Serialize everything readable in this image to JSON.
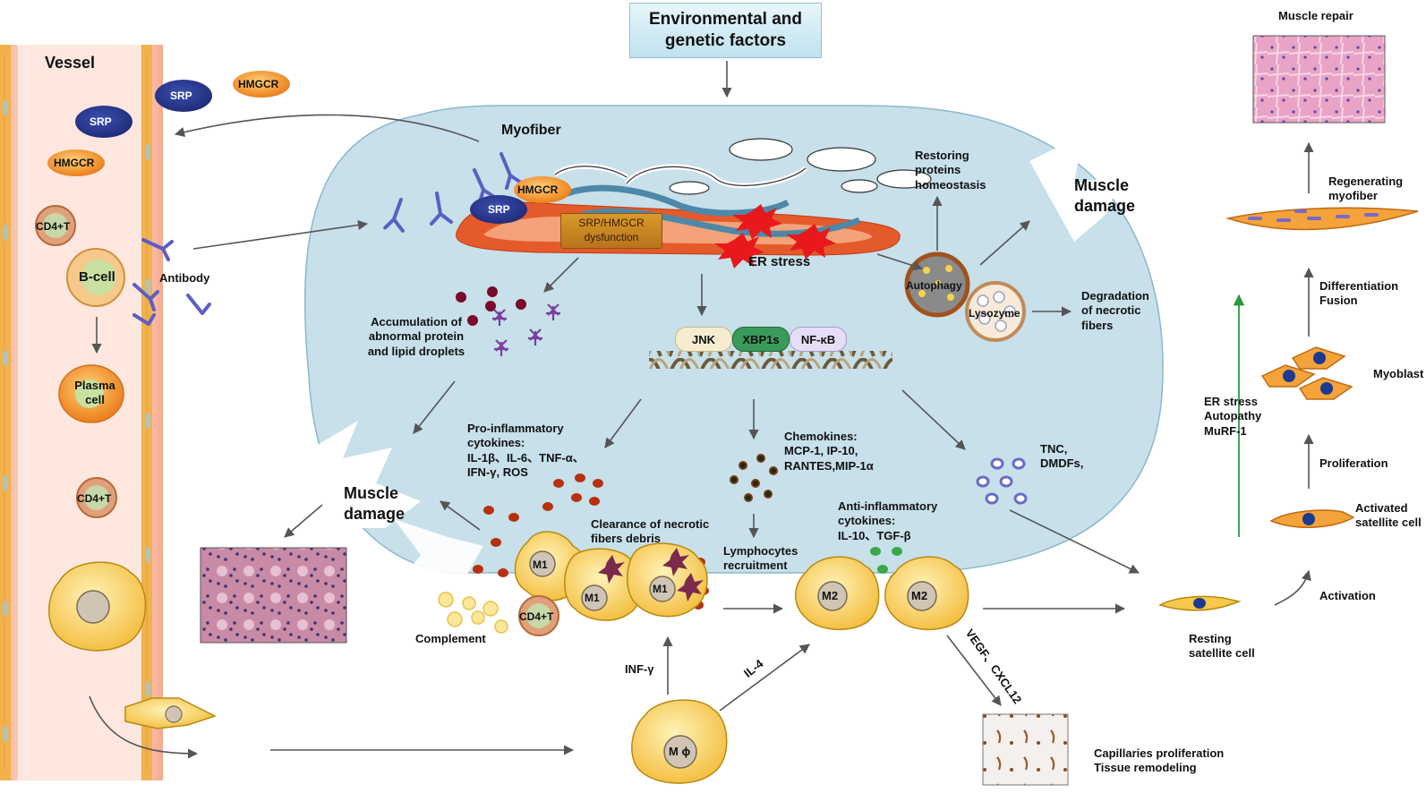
{
  "title": "Environmental and\ngenetic factors",
  "vessel": {
    "label": "Vessel",
    "cells": {
      "srp": "SRP",
      "hmgcr": "HMGCR",
      "cd4t": "CD4+T",
      "bcell": "B-cell",
      "plasma": "Plasma cell",
      "antibody": "Antibody"
    }
  },
  "myofiber": {
    "label": "Myofiber",
    "srp": "SRP",
    "hmgcr": "HMGCR",
    "dysfunction": "SRP/HMGCR\ndysfunction",
    "er_stress": "ER stress",
    "restoring": "Restoring\nproteins\nhomeostasis",
    "muscle_damage": "Muscle\ndamage",
    "autophagy": "Autophagy",
    "lysozyme": "Lysozyme",
    "degradation": "Degradation\nof necrotic\nfibers",
    "accumulation": "Accumulation of\nabnormal protein\nand lipid droplets",
    "tf": {
      "jnk": "JNK",
      "xbp1s": "XBP1s",
      "nfkb": "NF-κB"
    }
  },
  "inflammation": {
    "pro_cytokines": "Pro-inflammatory\ncytokines:\nIL-1β、IL-6、TNF-α、\nIFN-γ, ROS",
    "chemokines": "Chemokines:\nMCP-1, IP-10,\nRANTES,MIP-1α",
    "tnc": "TNC,\nDMDFs,",
    "muscle_damage": "Muscle\ndamage",
    "clearance": "Clearance of necrotic\nfibers debris",
    "lymphocytes": "Lymphocytes\nrecruitment",
    "anti_cytokines": "Anti-inflammatory\ncytokines:\nIL-10、TGF-β",
    "complement": "Complement",
    "cd4t": "CD4+T",
    "m1": "M1",
    "m2": "M2",
    "mphi": "M ϕ",
    "inf_gamma": "INF-γ",
    "il4": "IL-4",
    "vegf": "VEGF、CXCL12",
    "capillaries": "Capillaries proliferation\nTissue remodeling"
  },
  "repair": {
    "muscle_repair": "Muscle repair",
    "regenerating": "Regenerating\nmyofiber",
    "differentiation": "Differentiation\nFusion",
    "myoblast": "Myoblast",
    "er_stress_list": "ER stress\nAutopathy\nMuRF-1",
    "proliferation": "Proliferation",
    "activated": "Activated\nsatellite cell",
    "activation": "Activation",
    "resting": "Resting\nsatellite cell"
  },
  "colors": {
    "myofiber_fill": "#c7e0ea",
    "vessel_fill": "#fbd9cf",
    "srp": "#2a3b8f",
    "hmgcr": "#e8720c",
    "macrophage": "#f6c84b",
    "arrow": "#555555",
    "green_arrow": "#2a9a3a"
  }
}
